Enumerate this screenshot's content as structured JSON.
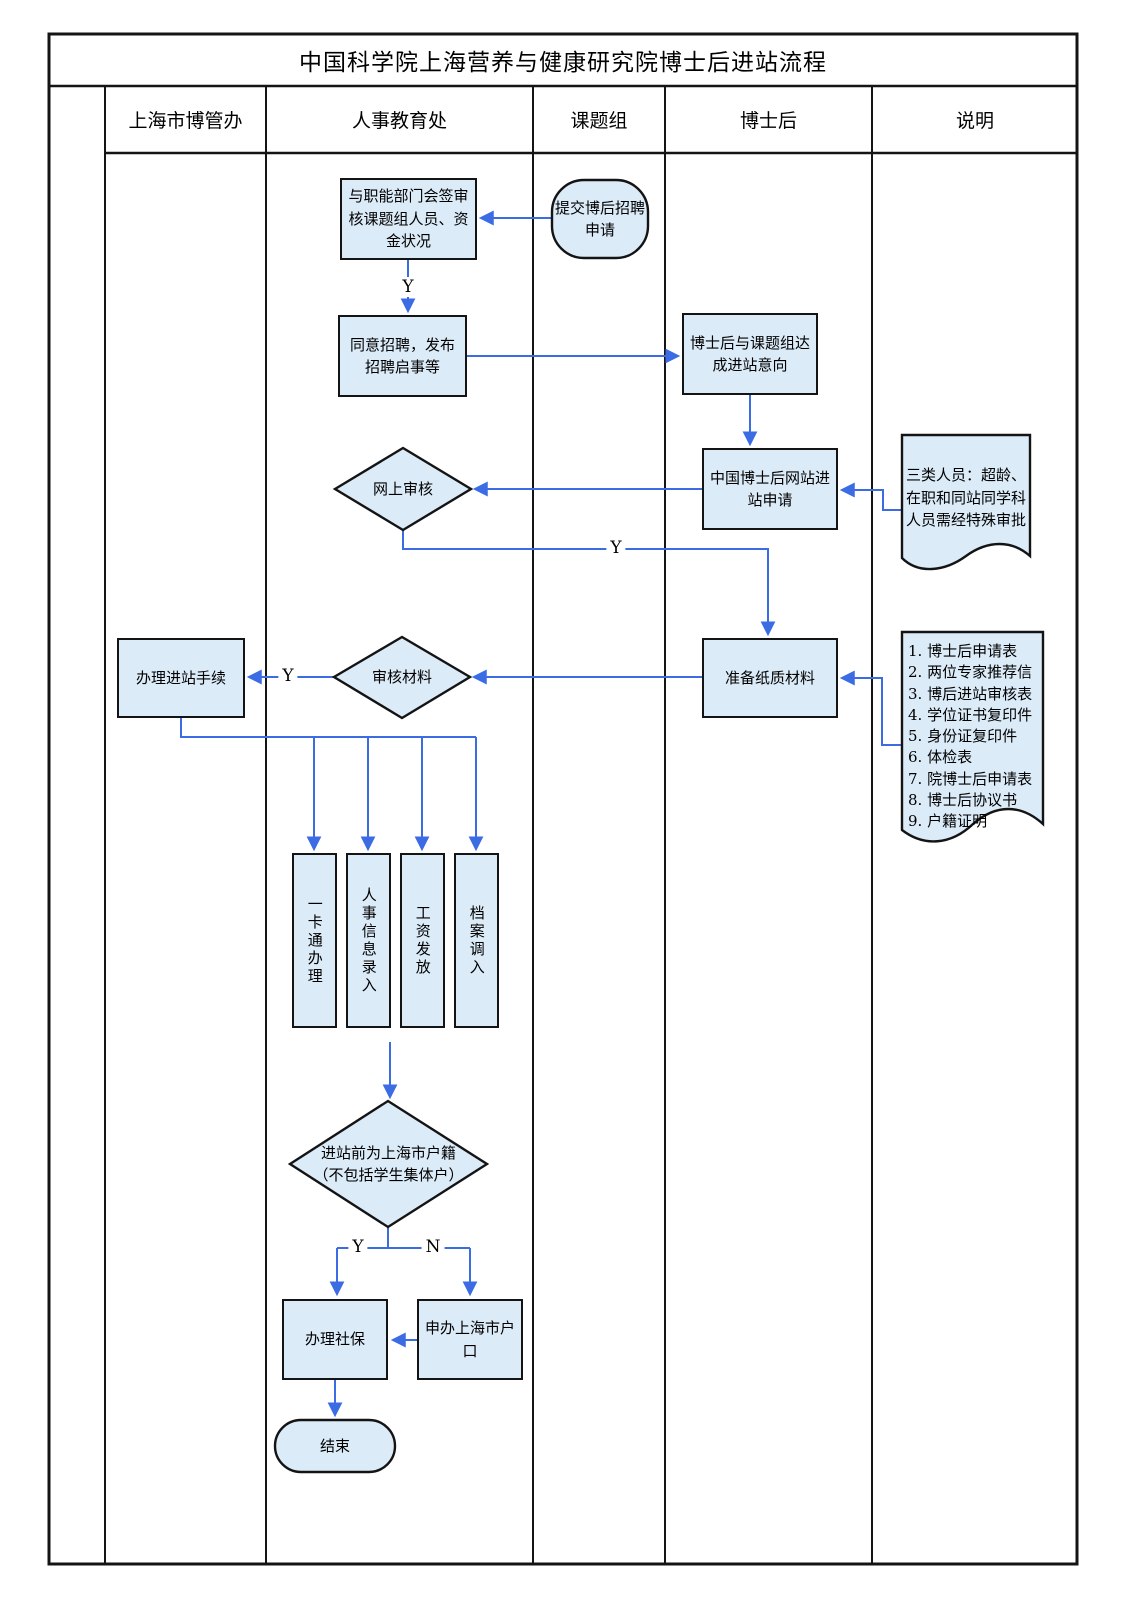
{
  "title": "中国科学院上海营养与健康研究院博士后进站流程",
  "lanes": [
    "上海市博管办",
    "人事教育处",
    "课题组",
    "博士后",
    "说明"
  ],
  "nodes": {
    "submit_recruit_request": "提交博后招聘申请",
    "joint_review": "与职能部门会签审核课题组人员、资金状况",
    "agree_recruit": "同意招聘，发布招聘启事等",
    "reach_intent": "博士后与课题组达成进站意向",
    "website_apply": "中国博士后网站进站申请",
    "online_review": "网上审核",
    "prepare_materials": "准备纸质材料",
    "review_materials": "审核材料",
    "entry_procedures": "办理进站手续",
    "card_processing": "一卡通办理",
    "hr_info_entry": "人事信息录入",
    "salary_payment": "工资发放",
    "archive_transfer": "档案调入",
    "household_check_line1": "进站前为上海市户籍",
    "household_check_line2": "（不包括学生集体户）",
    "social_security": "办理社保",
    "apply_hukou": "申办上海市户口",
    "end": "结束"
  },
  "notes": {
    "special_approval": "三类人员：超龄、在职和同站同学科人员需经特殊审批",
    "materials_list": [
      "1. 博士后申请表",
      "2. 两位专家推荐信",
      "3. 博后进站审核表",
      "4. 学位证书复印件",
      "5. 身份证复印件",
      "6. 体检表",
      "7. 院博士后申请表",
      "8. 博士后协议书",
      "9. 户籍证明"
    ]
  },
  "labels": {
    "yes": "Y",
    "no": "N"
  },
  "colors": {
    "shape_fill": "#dcebf8",
    "shape_border": "#141414",
    "connector": "#3b6ce4"
  }
}
